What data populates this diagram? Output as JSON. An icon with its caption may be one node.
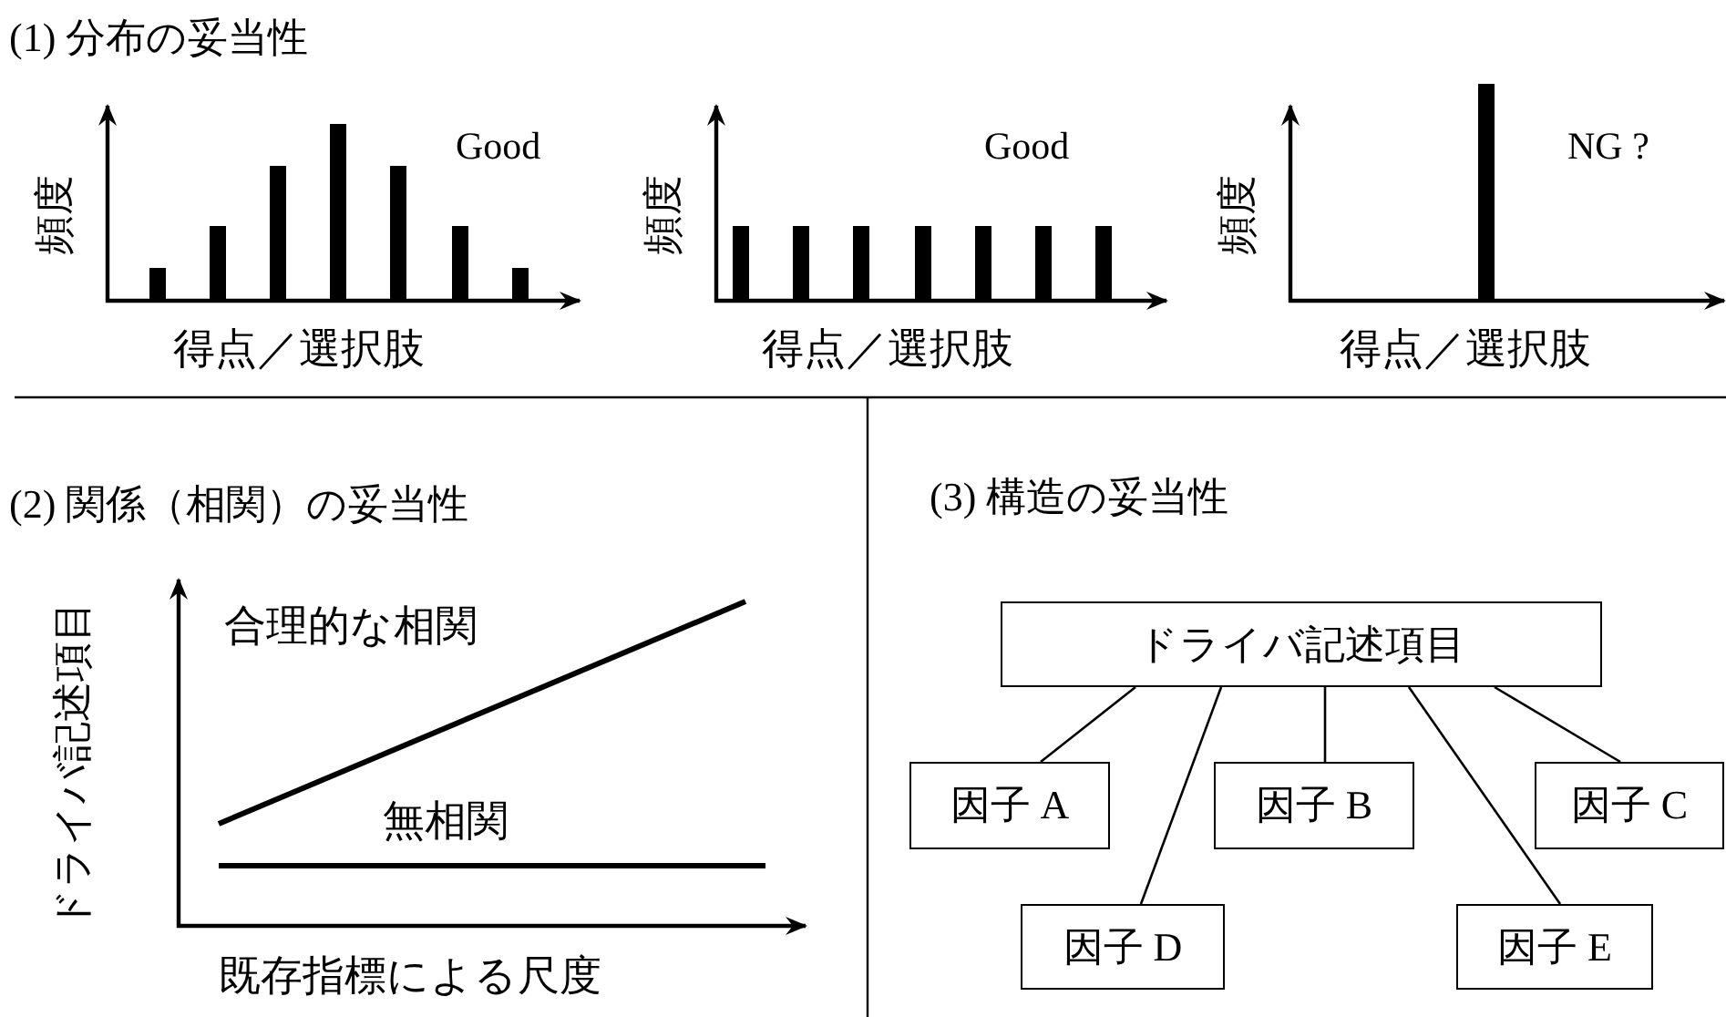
{
  "diagram": {
    "nodes": [
      {
        "text": [
          "ドライバ記述項目"
        ]
      },
      {
        "text": [
          "因子 A"
        ]
      },
      {
        "text": [
          "因子 B"
        ]
      },
      {
        "text": [
          "因子 C"
        ]
      },
      {
        "text": [
          "因子 D"
        ]
      },
      {
        "text": [
          "因子 E"
        ]
      }
    ],
    "edges": [
      {
        "from": 0,
        "to": 1,
        "arrow": "none"
      },
      {
        "from": 0,
        "to": 4,
        "arrow": "none"
      },
      {
        "from": 0,
        "to": 2,
        "arrow": "none"
      },
      {
        "from": 0,
        "to": 5,
        "arrow": "none"
      },
      {
        "from": 0,
        "to": 3,
        "arrow": "none"
      }
    ],
    "labels": [
      "(1) 分布の妥当性",
      "Good",
      "頻度",
      "得点／選択肢",
      "Good",
      "頻度",
      "得点／選択肢",
      "NG ?",
      "頻度",
      "得点／選択肢",
      "(2) 関係（相関）の妥当性",
      "合理的な相関",
      "無相関",
      "ドライバ記述項目",
      "既存指標による尺度",
      "(3) 構造の妥当性"
    ]
  }
}
